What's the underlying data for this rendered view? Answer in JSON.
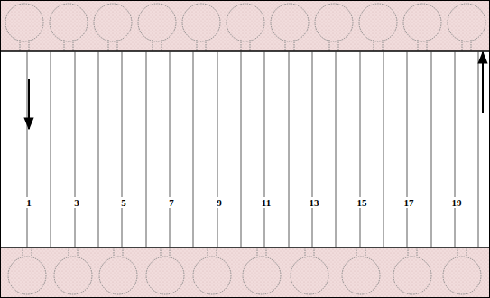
{
  "diagram": {
    "labels": [
      "1",
      "3",
      "5",
      "7",
      "9",
      "11",
      "13",
      "15",
      "17",
      "19"
    ]
  }
}
